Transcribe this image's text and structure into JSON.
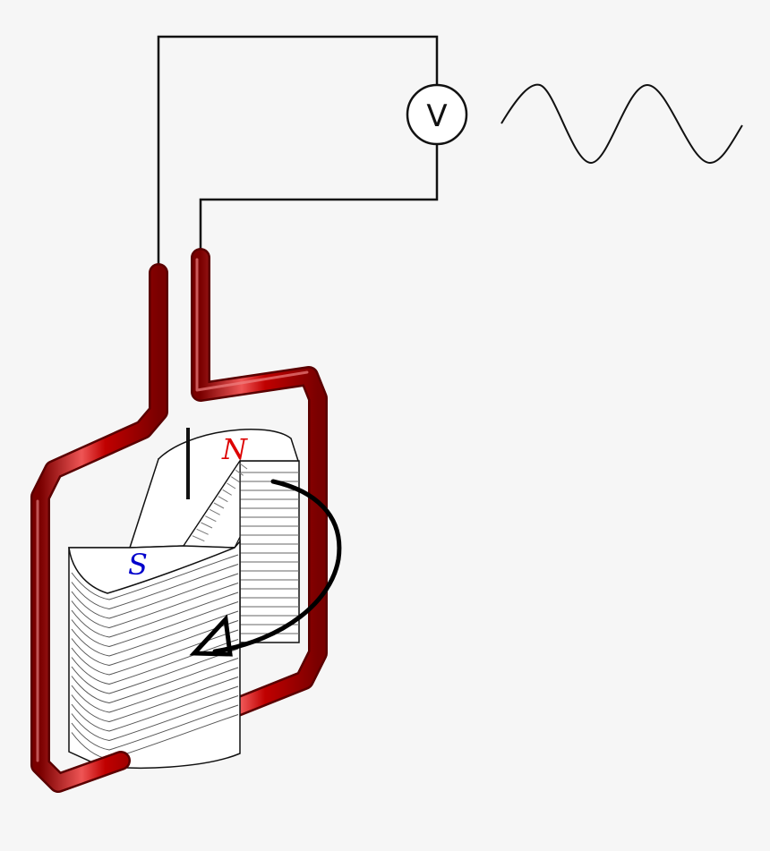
{
  "diagram": {
    "meter": {
      "label": "V",
      "icon": "voltmeter-icon"
    },
    "poles": {
      "north": "N",
      "south": "S"
    },
    "colors": {
      "background": "#f6f6f6",
      "wire": "#111111",
      "coil": "#c00000",
      "coil_highlight": "#ee5555",
      "coil_shadow": "#7a0000",
      "lamination_fill": "#ffffff",
      "lamination_line": "#555555",
      "north": "#dd0000",
      "south": "#0000cc",
      "rotation_arrow": "#000000"
    },
    "icons": [
      "sine-wave-icon",
      "rotation-arrow-icon",
      "bar-magnet-icon",
      "laminated-core-icon",
      "coil-icon"
    ]
  }
}
